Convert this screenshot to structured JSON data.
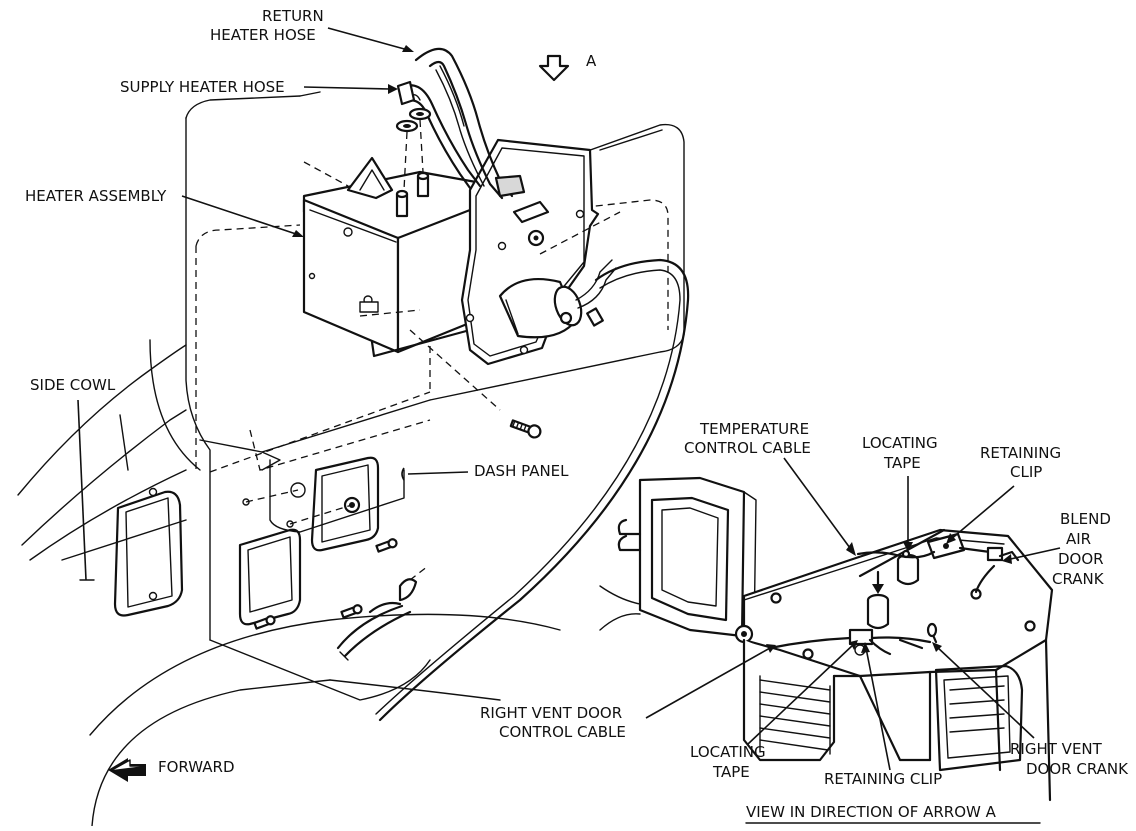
{
  "labels": {
    "return_heater_hose_1": "RETURN",
    "return_heater_hose_2": "HEATER HOSE",
    "supply_heater_hose": "SUPPLY HEATER HOSE",
    "heater_assembly": "HEATER ASSEMBLY",
    "arrow_a": "A",
    "side_cowl": "SIDE COWL",
    "dash_panel": "DASH PANEL",
    "forward": "FORWARD",
    "temperature_control_cable_1": "TEMPERATURE",
    "temperature_control_cable_2": "CONTROL CABLE",
    "locating_tape_top_1": "LOCATING",
    "locating_tape_top_2": "TAPE",
    "retaining_clip_top_1": "RETAINING",
    "retaining_clip_top_2": "CLIP",
    "blend_air_door_crank_1": "BLEND",
    "blend_air_door_crank_2": "AIR",
    "blend_air_door_crank_3": "DOOR",
    "blend_air_door_crank_4": "CRANK",
    "right_vent_door_control_cable_1": "RIGHT VENT DOOR",
    "right_vent_door_control_cable_2": "CONTROL CABLE",
    "locating_tape_bottom_1": "LOCATING",
    "locating_tape_bottom_2": "TAPE",
    "retaining_clip_bottom": "RETAINING CLIP",
    "right_vent_door_crank_1": "RIGHT VENT",
    "right_vent_door_crank_2": "DOOR CRANK",
    "view_caption": "VIEW IN DIRECTION OF ARROW A"
  }
}
